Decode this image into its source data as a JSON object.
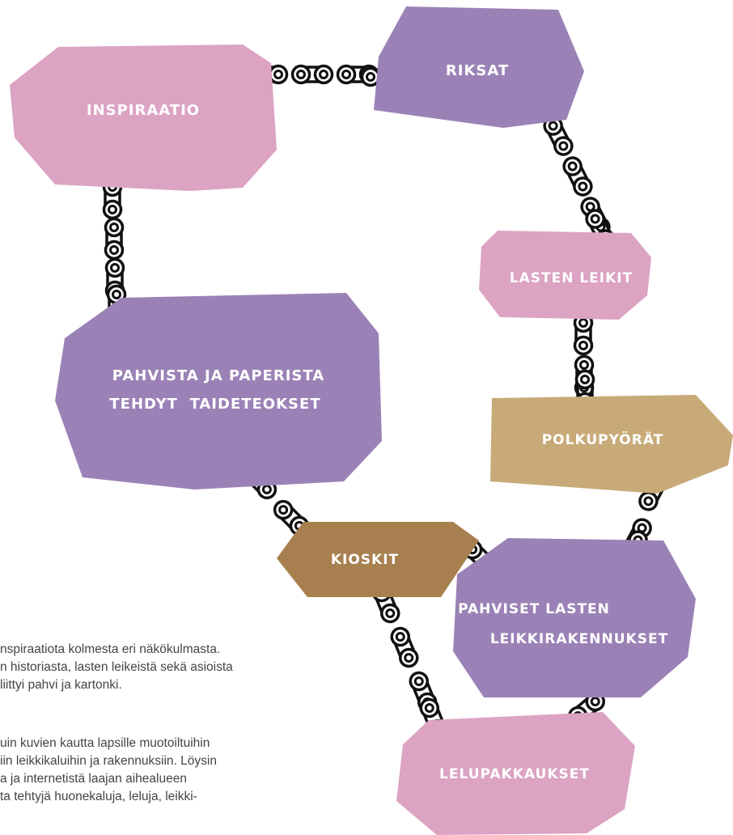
{
  "colors": {
    "pink": "#dca3c3",
    "purple": "#9b82b6",
    "tan": "#c7aa78",
    "brown": "#a8804f",
    "chain": "#111111"
  },
  "nodes": {
    "inspiraatio": "INSPIRAATIO",
    "riksat": "RIKSAT",
    "lasten_leikit": "LASTEN LEIKIT",
    "polkupyorat": "POLKUPYÖRÄT",
    "pahvista_line1": "PAHVISTA JA PAPERISTA",
    "pahvista_line2": "TEHDYT  TAIDETEOKSET",
    "kioskit": "KIOSKIT",
    "leikkirakennukset_line1": "PAHVISET LASTEN",
    "leikkirakennukset_line2": "LEIKKIRAKENNUKSET",
    "lelupakkaukset": "LELUPAKKAUKSET"
  },
  "text": {
    "p1": [
      "nspiraatiota kolmesta eri näkökulmasta.",
      "n historiasta, lasten leikeistä sekä asioista",
      "liittyi pahvi ja kartonki."
    ],
    "p2": [
      "uin kuvien kautta lapsille muotoiltuihin",
      "iin leikkikaluihin ja rakennuksiin. Löysin",
      "a ja internetistä laajan aihealueen",
      "ta tehtyjä huonekaluja, leluja, leikki-"
    ]
  }
}
